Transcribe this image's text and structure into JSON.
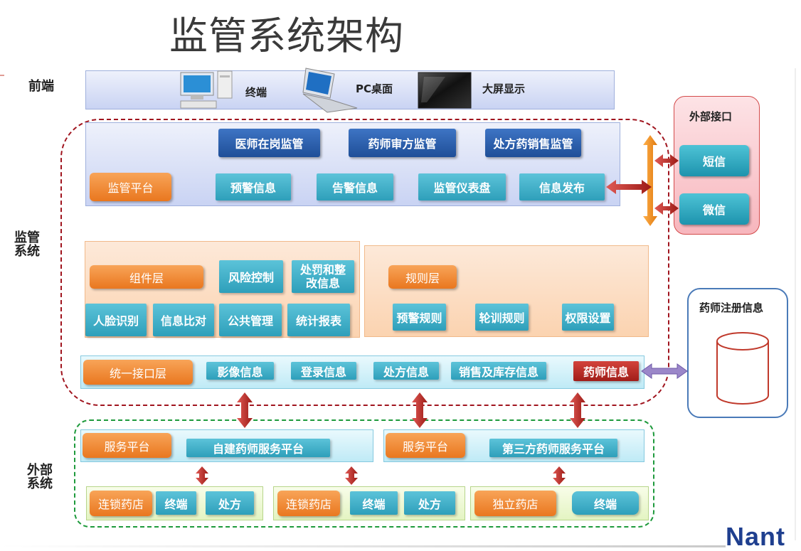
{
  "title": "监管系统架构",
  "side_labels": {
    "frontend": "前端",
    "supervision": "监管\n系统",
    "external": "外部\n系统"
  },
  "frontend": {
    "terminal": "终端",
    "pc_desktop": "PC桌面",
    "big_screen": "大屏显示"
  },
  "supervision_platform": {
    "top_buttons": [
      "医师在岗监管",
      "药师审方监管",
      "处方药销售监管"
    ],
    "platform_label": "监管平台",
    "bottom_buttons": [
      "预警信息",
      "告警信息",
      "监管仪表盘",
      "信息发布"
    ]
  },
  "component_layer": {
    "label": "组件层",
    "risk_control": "风险控制",
    "penalty": "处罚和整\n改信息",
    "items": [
      "人脸识别",
      "信息比对",
      "公共管理",
      "统计报表"
    ]
  },
  "rule_layer": {
    "label": "规则层",
    "items": [
      "预警规则",
      "轮训规则",
      "权限设置"
    ]
  },
  "interface_layer": {
    "label": "统一接口层",
    "items": [
      "影像信息",
      "登录信息",
      "处方信息",
      "销售及库存信息"
    ],
    "pharmacist_info": "药师信息"
  },
  "external_interface": {
    "title": "外部接口",
    "sms": "短信",
    "wechat": "微信"
  },
  "pharmacist_registry": {
    "title": "药师注册信息"
  },
  "service_platforms": [
    {
      "label": "服务平台",
      "name": "自建药师服务平台"
    },
    {
      "label": "服务平台",
      "name": "第三方药师服务平台"
    }
  ],
  "stores": [
    {
      "name": "连锁药店",
      "terminal": "终端",
      "prescription": "处方"
    },
    {
      "name": "连锁药店",
      "terminal": "终端",
      "prescription": "处方"
    },
    {
      "name": "独立药店",
      "terminal": "终端"
    }
  ],
  "logo": "Nant",
  "colors": {
    "navy": "#1f4f98",
    "teal": "#2e9fba",
    "orange": "#e9771f",
    "red": "#a11e19",
    "dashed_red": "#a0141e",
    "dashed_green": "#1e9a3c"
  }
}
